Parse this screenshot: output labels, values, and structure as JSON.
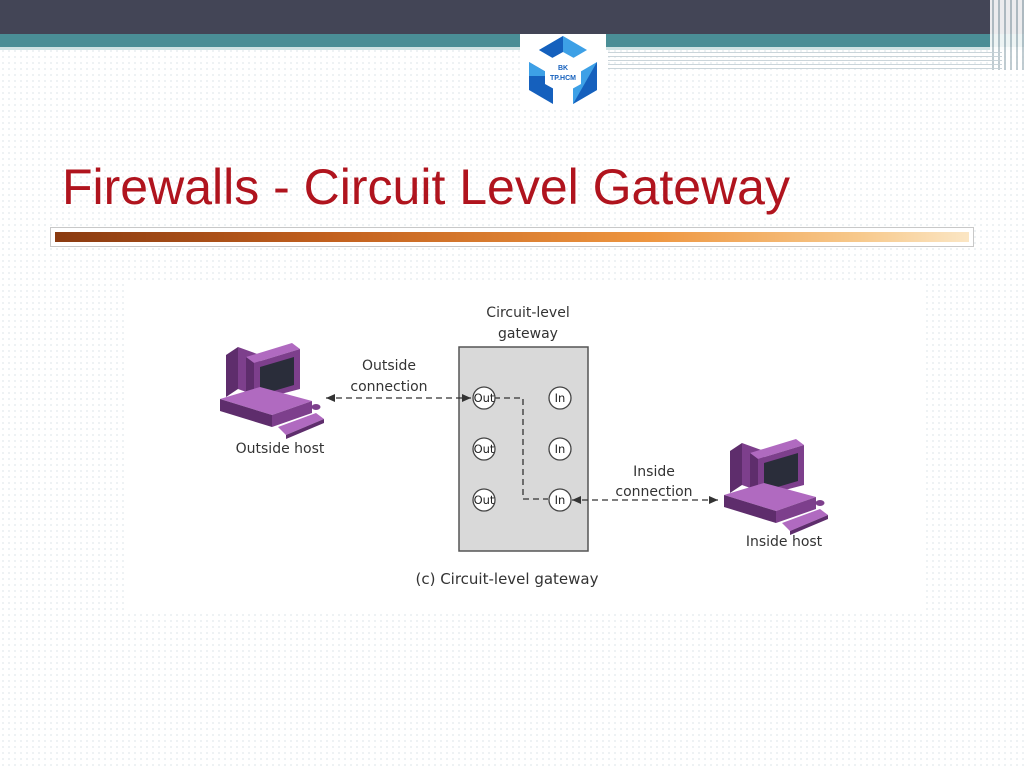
{
  "slide": {
    "title": "Firewalls - Circuit Level Gateway"
  },
  "logo": {
    "line1": "BK",
    "line2": "TP.HCM",
    "colors": {
      "dark": "#1560bd",
      "light": "#3da0e6"
    }
  },
  "diagram": {
    "gateway_label_line1": "Circuit-level",
    "gateway_label_line2": "gateway",
    "outside_connection_line1": "Outside",
    "outside_connection_line2": "connection",
    "inside_connection_line1": "Inside",
    "inside_connection_line2": "connection",
    "outside_host": "Outside host",
    "inside_host": "Inside host",
    "caption": "(c) Circuit-level gateway",
    "ports": {
      "out": [
        "Out",
        "Out",
        "Out"
      ],
      "in": [
        "In",
        "In",
        "In"
      ]
    },
    "icons": {
      "outside": "computer-icon",
      "inside": "computer-icon"
    },
    "colors": {
      "computer": "#7d3f8c",
      "computer_light": "#b06ac0",
      "gateway_fill": "#d9d9d9",
      "title": "#b0141e"
    }
  }
}
